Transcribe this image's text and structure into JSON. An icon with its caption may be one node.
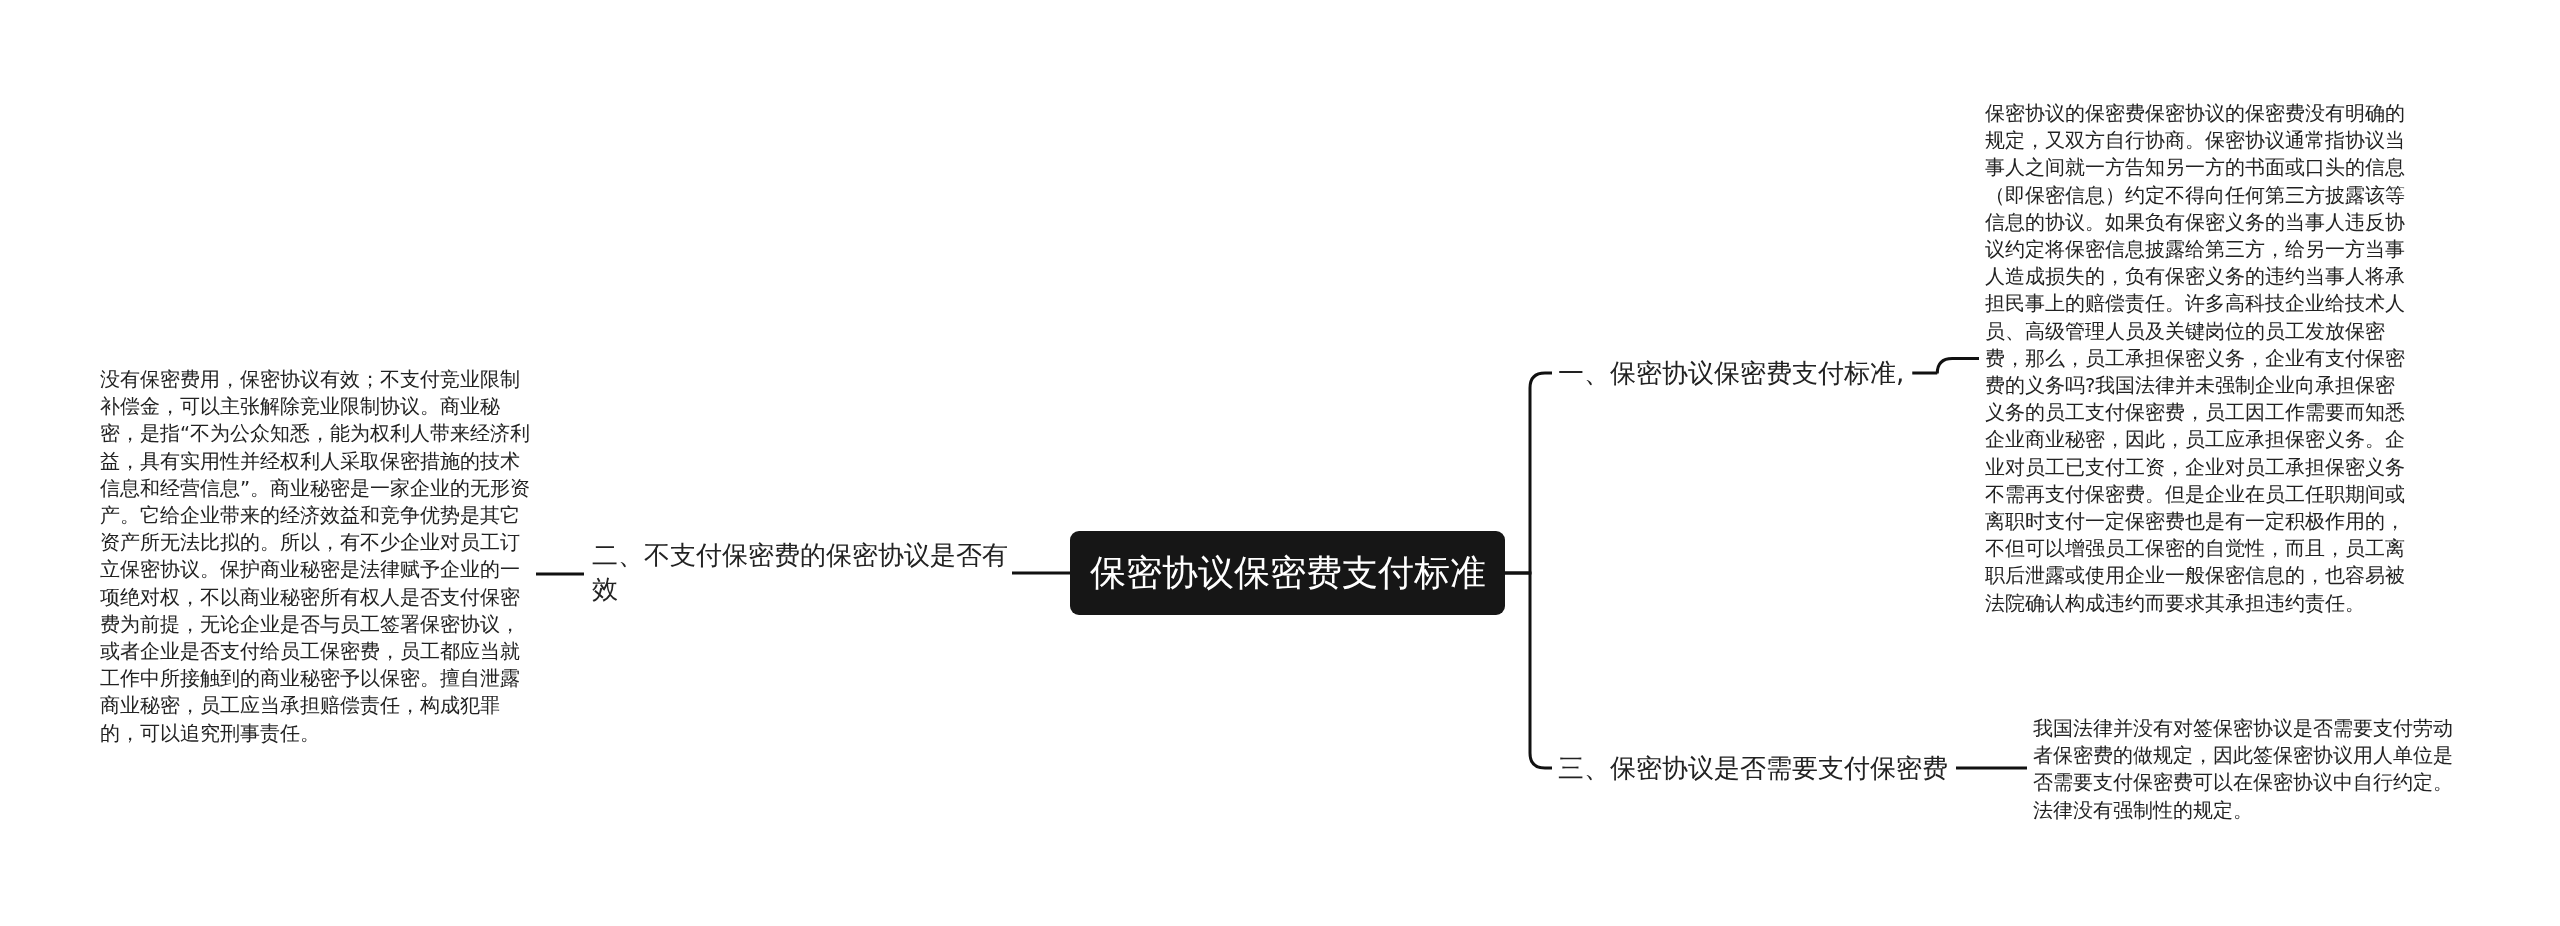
{
  "diagram": {
    "nodes": [
      {
        "text": [
          "保密协议保密费支付标准"
        ]
      },
      {
        "text": [
          "一、保密协议保密费支付标准,"
        ]
      },
      {
        "text": [
          "三、保密协议是否需要支付保密费"
        ]
      },
      {
        "text": [
          "二、不支付保密费的保密协议是否有效"
        ]
      },
      {
        "text": [
          "保密协议的保密费保密协议的保密费没有明确的规定，又双方自行协商。保密协议通常指协议当事人之间就一方告知另一方的书面或口头的信息（即保密信息）约定不得向任何第三方披露该等信息的协议。如果负有保密义务的当事人违反协议约定将保密信息披露给第三方，给另一方当事人造成损失的，负有保密义务的违约当事人将承担民事上的赔偿责任。许多高科技企业给技术人员、高级管理人员及关键岗位的员工发放保密费，那么，员工承担保密义务，企业有支付保密费的义务吗?我国法律并未强制企业向承担保密义务的员工支付保密费，员工因工作需要而知悉企业商业秘密，因此，员工应承担保密义务。企业对员工已支付工资，企业对员工承担保密义务不需再支付保密费。但是企业在员工任职期间或离职时支付一定保密费也是有一定积极作用的，不但可以增强员工保密的自觉性，而且，员工离职后泄露或使用企业一般保密信息的，也容易被法院确认构成违约而要求其承担违约责任。"
        ]
      },
      {
        "text": [
          "我国法律并没有对签保密协议是否需要支付劳动者保密费的做规定，因此签保密协议用人单位是否需要支付保密费可以在保密协议中自行约定。法律没有强制性的规定。"
        ]
      },
      {
        "text": [
          "没有保密费用，保密协议有效；不支付竞业限制补偿金，可以主张解除竞业限制协议。商业秘密，是指“不为公众知悉，能为权利人带来经济利益，具有实用性并经权利人采取保密措施的技术信息和经营信息”。商业秘密是一家企业的无形资产。它给企业带来的经济效益和竞争优势是其它资产所无法比拟的。所以，有不少企业对员工订立保密协议。保护商业秘密是法律赋予企业的一项绝对权，不以商业秘密所有权人是否支付保密费为前提，无论企业是否与员工签署保密协议，或者企业是否支付给员工保密费，员工都应当就工作中所接触到的商业秘密予以保密。擅自泄露商业秘密，员工应当承担赔偿责任，构成犯罪的，可以追究刑事责任。"
        ]
      }
    ],
    "edges": [
      {
        "from": 0,
        "to": 1,
        "arrow": "none"
      },
      {
        "from": 0,
        "to": 2,
        "arrow": "none"
      },
      {
        "from": 0,
        "to": 3,
        "arrow": "none"
      },
      {
        "from": 1,
        "to": 4,
        "arrow": "none"
      },
      {
        "from": 2,
        "to": 5,
        "arrow": "none"
      },
      {
        "from": 3,
        "to": 6,
        "arrow": "none"
      }
    ]
  }
}
